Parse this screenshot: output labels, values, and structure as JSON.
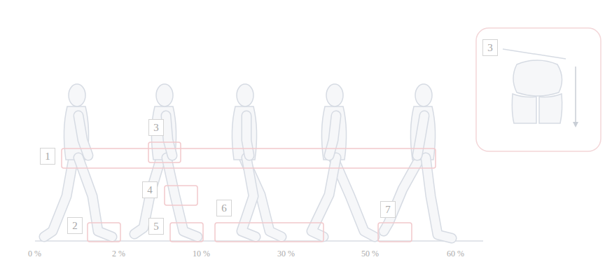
{
  "diagram": {
    "nodes": [
      {
        "text": [
          "1"
        ]
      },
      {
        "text": [
          "2"
        ]
      },
      {
        "text": [
          "3"
        ]
      },
      {
        "text": [
          "4"
        ]
      },
      {
        "text": [
          "5"
        ]
      },
      {
        "text": [
          "6"
        ]
      },
      {
        "text": [
          "7"
        ]
      },
      {
        "text": [
          "3"
        ]
      }
    ],
    "labels": [
      "0 %",
      "2 %",
      "10 %",
      "30 %",
      "50 %",
      "60 %"
    ]
  }
}
